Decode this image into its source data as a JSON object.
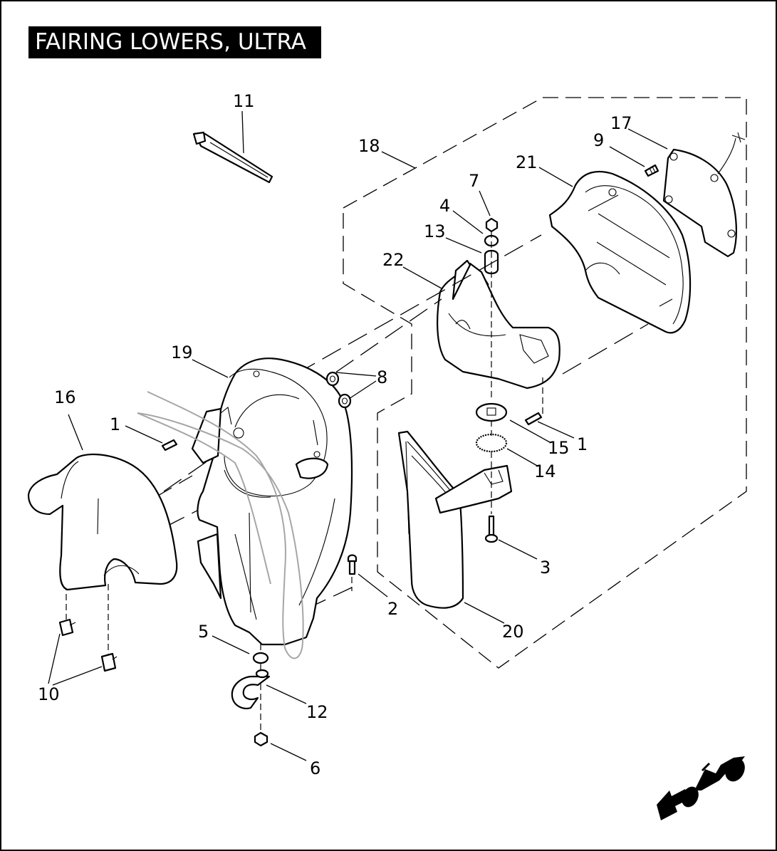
{
  "title": "FAIRING LOWERS, ULTRA",
  "callouts": {
    "c1a": "1",
    "c1b": "1",
    "c2": "2",
    "c3": "3",
    "c4": "4",
    "c5": "5",
    "c6": "6",
    "c7": "7",
    "c8": "8",
    "c9": "9",
    "c10": "10",
    "c11": "11",
    "c12": "12",
    "c13": "13",
    "c14": "14",
    "c15": "15",
    "c16": "16",
    "c17": "17",
    "c18": "18",
    "c19": "19",
    "c20": "20",
    "c21": "21",
    "c22": "22"
  },
  "icons": {
    "orientation": "motorcycle-front-direction-icon"
  },
  "colors": {
    "line": "#000000",
    "background": "#ffffff",
    "harness": "#a6a6a6"
  }
}
